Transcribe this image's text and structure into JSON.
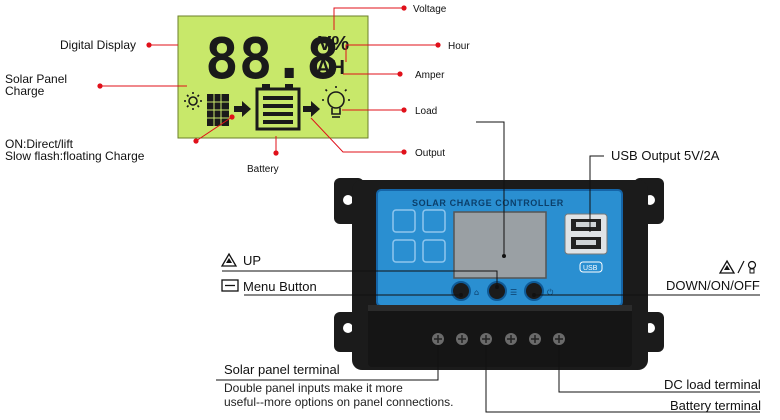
{
  "lcd": {
    "digits": "88.8",
    "unit_top": "V%",
    "unit_bottom": "AH",
    "colors": {
      "lcd_bg": "#c8e86a",
      "segment": "#1a1a1a",
      "pointer": "#e0101a"
    }
  },
  "callouts": {
    "voltage": "Voltage",
    "hour": "Hour",
    "amper": "Amper",
    "load": "Load",
    "output": "Output",
    "battery": "Battery",
    "digital_display": "Digital Display",
    "solar_panel_charge_line1": "Solar Panel",
    "solar_panel_charge_line2": "Charge",
    "on_direct_lift": "ON:Direct/lift",
    "slow_flash": "Slow flash:floating Charge"
  },
  "device": {
    "title": "SOLAR CHARGE CONTROLLER",
    "usb_badge": "USB",
    "button_marks": [
      "⌂",
      "☰",
      "⏻"
    ],
    "colors": {
      "body": "#1b1b1b",
      "panel": "#2a8fd1",
      "panel_edge": "#1565a8",
      "screen": "#9aa0a4"
    }
  },
  "labels": {
    "usb_output": "USB Output 5V/2A",
    "up": "UP",
    "menu_button": "Menu Button",
    "down_on_off": "DOWN/ON/OFF",
    "solar_panel_terminal": "Solar panel terminal",
    "note_line1": "Double panel inputs make it more",
    "note_line2": "useful--more options on panel connections.",
    "dc_load_terminal": "DC load terminal",
    "battery_terminal": "Battery terminal"
  },
  "icons": [
    "sun-icon",
    "solar-panel-icon",
    "arrow-right-icon",
    "battery-icon",
    "bulb-icon",
    "warning-up-icon",
    "warning-bulb-icon",
    "menu-button-icon"
  ]
}
